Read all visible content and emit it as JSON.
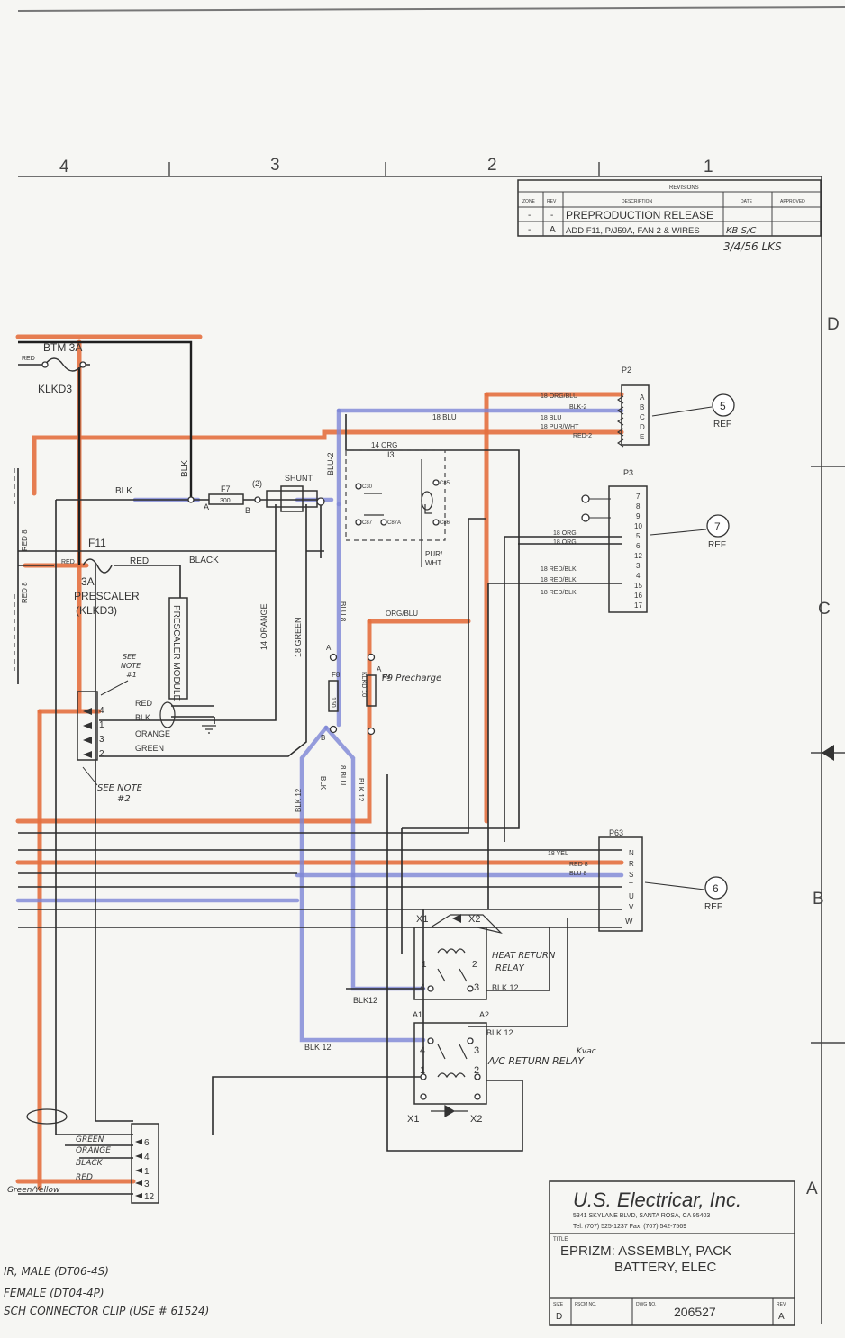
{
  "border": {
    "columns": [
      "4",
      "3",
      "2",
      "1"
    ],
    "rows": [
      "D",
      "C",
      "B",
      "A"
    ]
  },
  "revisions": {
    "header": "REVISIONS",
    "col_headers": [
      "ZONE",
      "REV",
      "DESCRIPTION",
      "DATE",
      "APPROVED"
    ],
    "rows": [
      {
        "zone": "-",
        "rev": "-",
        "desc": "PREPRODUCTION RELEASE",
        "date": "",
        "approved": ""
      },
      {
        "zone": "-",
        "rev": "A",
        "desc": "ADD F11, P/J59A, FAN 2 & WIRES",
        "date": "KB S/C",
        "approved": ""
      }
    ],
    "note": "3/4/56 LKS"
  },
  "components": {
    "btm": "BTM 3A",
    "red_top": "RED",
    "klkd3_top": "KLKD3",
    "blk_a": "BLK",
    "blk_b": "BLK",
    "f7": "F7",
    "f7_val": "300",
    "f7_a": "A",
    "f7_b": "B",
    "shunt_num": "(2)",
    "shunt": "SHUNT",
    "blu2": "BLU-2",
    "f11": "F11",
    "red_f11": "RED",
    "red_f11b": "RED",
    "black": "BLACK",
    "prescaler": [
      "3A",
      "PRESCALER",
      "(KLKD3)"
    ],
    "module": "PRESCALER MODULE",
    "orange_v": "14 ORANGE",
    "green_v": "18 GREEN",
    "blu8": "BLU 8",
    "orgblu": "ORG/BLU",
    "f8": "F8",
    "f8_val": "150",
    "f8_a": "A",
    "f8_b": "B",
    "f9": "F9",
    "f9_val": "KLKD 10",
    "f9_note": "F9 Precharge",
    "blk12_a": "BLK 12",
    "blk_8": "BLK",
    "blu_8": "8 BLU",
    "blk12_b": "BLK 12",
    "see_note1": [
      "SEE",
      "NOTE",
      "#1"
    ],
    "see_note2": [
      "SEE NOTE",
      "#2"
    ],
    "conn_pins": [
      "4",
      "1",
      "3",
      "2"
    ],
    "conn_wires": [
      "RED",
      "BLK",
      "ORANGE",
      "GREEN"
    ],
    "red8_a": "RED 8",
    "red8_b": "RED 8",
    "i3": "I3",
    "org14": "14 ORG",
    "pur_wht": [
      "PUR/",
      "WHT"
    ],
    "relay_nums": [
      "C30",
      "C87",
      "C87A",
      "C85",
      "C86"
    ]
  },
  "p2": {
    "label": "P2",
    "pins": [
      "A",
      "B",
      "C",
      "D",
      "E"
    ],
    "wires": [
      "18 ORG/BLU",
      "BLK-2",
      "18 BLU",
      "18 PUR/WHT",
      "RED-2"
    ],
    "ref_num": "5",
    "ref": "REF"
  },
  "p3": {
    "label": "P3",
    "pins": [
      "7",
      "8",
      "9",
      "10",
      "5",
      "6",
      "12",
      "3",
      "4",
      "15",
      "16",
      "17"
    ],
    "wires": [
      "18 ORG",
      "18 ORG",
      "18 RED/BLK",
      "18 RED/BLK",
      "18 RED/BLK"
    ],
    "ref_num": "7",
    "ref": "REF"
  },
  "p63": {
    "label": "P63",
    "pins": [
      "N",
      "R",
      "S",
      "T",
      "U",
      "V",
      "W"
    ],
    "wires": [
      "18 YEL",
      "RED 8",
      "BLU 8"
    ],
    "ref_num": "6",
    "ref": "REF"
  },
  "heat_relay": {
    "label": [
      "HEAT RETURN",
      "RELAY"
    ],
    "terms": [
      "X1",
      "X2",
      "1",
      "2",
      "4",
      "3"
    ],
    "wire_out": "BLK 12",
    "wire_in": "BLK12"
  },
  "ac_relay": {
    "label": "A/C RETURN RELAY",
    "kvac": "Kvac",
    "terms": [
      "A1",
      "A2",
      "4",
      "3",
      "1",
      "2",
      "X1",
      "X2"
    ],
    "wire_out": "BLK 12",
    "wire_in": "BLK 12"
  },
  "bottom_connector": {
    "wires": [
      "GREEN",
      "ORANGE",
      "BLACK",
      "RED",
      "Green/Yellow"
    ],
    "pins": [
      "6",
      "4",
      "1",
      "3",
      "12"
    ]
  },
  "notes": [
    "IR, MALE (DT06-4S)",
    "FEMALE (DT04-4P)",
    "SCH CONNECTOR CLIP (USE # 61524)"
  ],
  "title_block": {
    "company": "U.S. Electricar, Inc.",
    "address": "5341 SKYLANE BLVD, SANTA ROSA, CA 95403",
    "phone": "Tel: (707) 525-1237  Fax: (707) 542-7569",
    "title_label": "TITLE",
    "title1": "EPRIZM: ASSEMBLY, PACK",
    "title2": "BATTERY, ELEC",
    "size_label": "SIZE",
    "size": "D",
    "fscm_label": "FSCM NO.",
    "dwg_label": "DWG NO.",
    "dwg": "206527",
    "rev_label": "REV",
    "rev": "A"
  }
}
